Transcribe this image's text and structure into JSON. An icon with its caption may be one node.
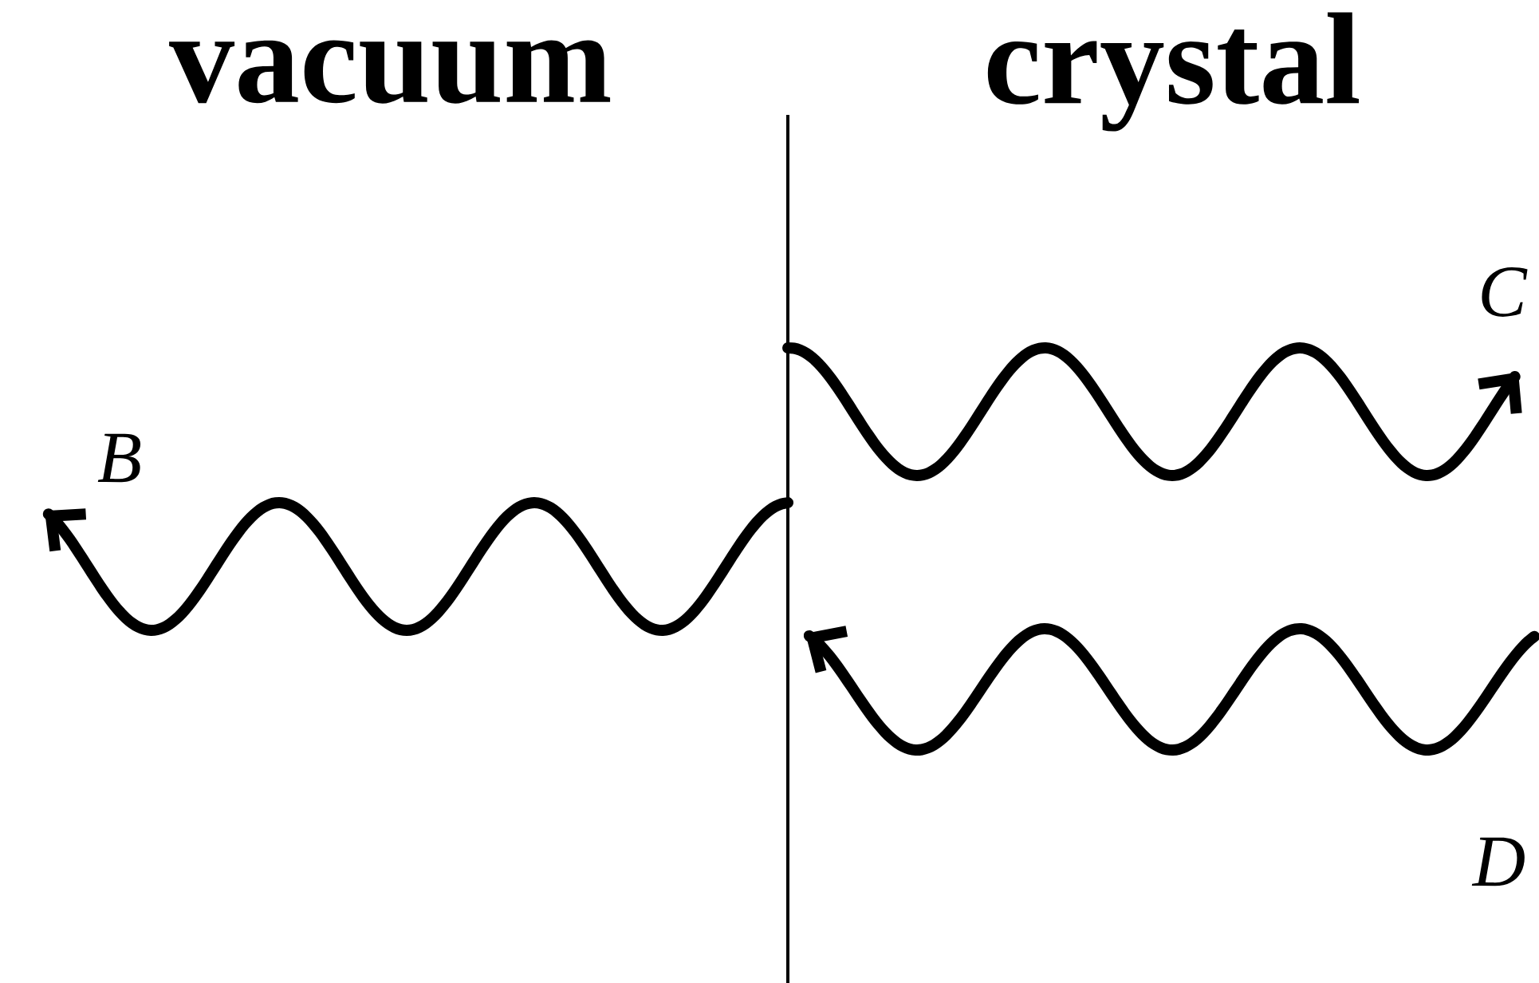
{
  "diagram": {
    "labels": [
      "vacuum",
      "crystal",
      "B",
      "C",
      "D"
    ]
  }
}
